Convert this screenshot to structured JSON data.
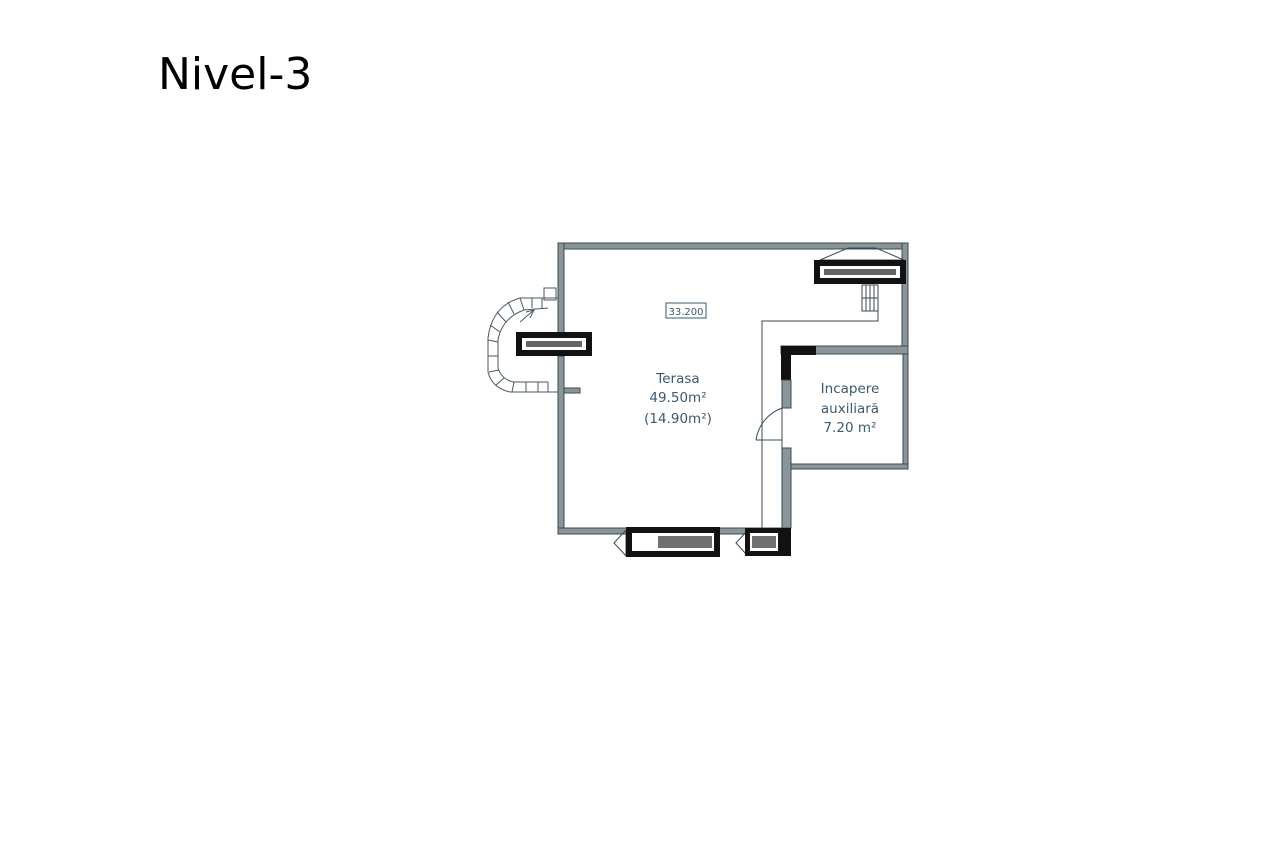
{
  "slide": {
    "title": "Nivel-3"
  },
  "floor_plan": {
    "level_marker": "33.200",
    "rooms": [
      {
        "name": "Terasa",
        "area": "49.50m²",
        "area_secondary": "(14.90m²)"
      },
      {
        "name_line1": "Incapere",
        "name_line2": "auxiliară",
        "area": "7.20 m²"
      }
    ]
  },
  "colors": {
    "wall_gray": "#8a9599",
    "wall_outline": "#3a4a52",
    "wall_black": "#111111",
    "label": "#3c5a6e",
    "stair_line": "#4b5a62"
  }
}
